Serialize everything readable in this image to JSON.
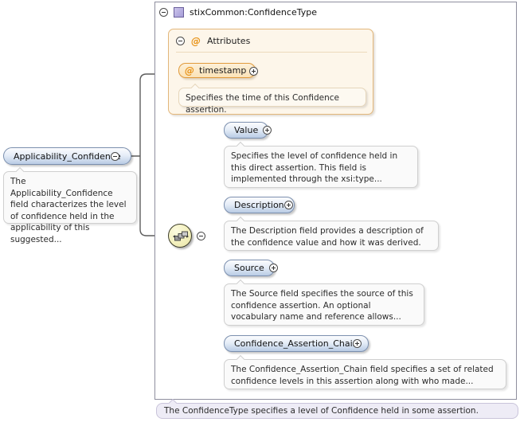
{
  "type_box": {
    "title": "stixCommon:ConfidenceType",
    "collapse_icon": "minus-circle-icon",
    "swatch_icon": "complex-type-swatch-icon"
  },
  "attributes": {
    "label": "Attributes",
    "at_glyph": "@",
    "collapse_icon": "minus-circle-icon",
    "items": [
      {
        "name": "timestamp",
        "at_glyph": "@",
        "expand_icon": "plus-circle-icon",
        "doc": "Specifies the time of this Confidence assertion."
      }
    ]
  },
  "root_element": {
    "label": "Applicability_Confidence",
    "collapse_icon": "minus-circle-icon",
    "doc": "The Applicability_Confidence field characterizes the level of confidence held in the applicability of this suggested..."
  },
  "compositor": {
    "icon": "sequence-icon",
    "collapse_icon": "minus-circle-icon"
  },
  "children": [
    {
      "label": "Value",
      "expand_icon": "plus-circle-icon",
      "doc": "Specifies the level of confidence held in this direct assertion. This field is implemented through the xsi:type..."
    },
    {
      "label": "Description",
      "expand_icon": "plus-circle-icon",
      "doc": "The Description field provides a description of the confidence value and how it was derived."
    },
    {
      "label": "Source",
      "expand_icon": "plus-circle-icon",
      "doc": "The Source field specifies the source of this confidence assertion. An optional vocabulary name and reference allows..."
    },
    {
      "label": "Confidence_Assertion_Chain",
      "expand_icon": "plus-circle-icon",
      "doc": "The Confidence_Assertion_Chain field specifies a set of related confidence levels in this assertion along with who made..."
    }
  ],
  "status": {
    "text": "The ConfidenceType specifies a level of Confidence held in some assertion."
  },
  "colors": {
    "attribute_accent": "#e8941a",
    "element_accent": "#b9cbe4",
    "type_swatch": "#b6aee0",
    "status_background": "#eeecf6"
  }
}
